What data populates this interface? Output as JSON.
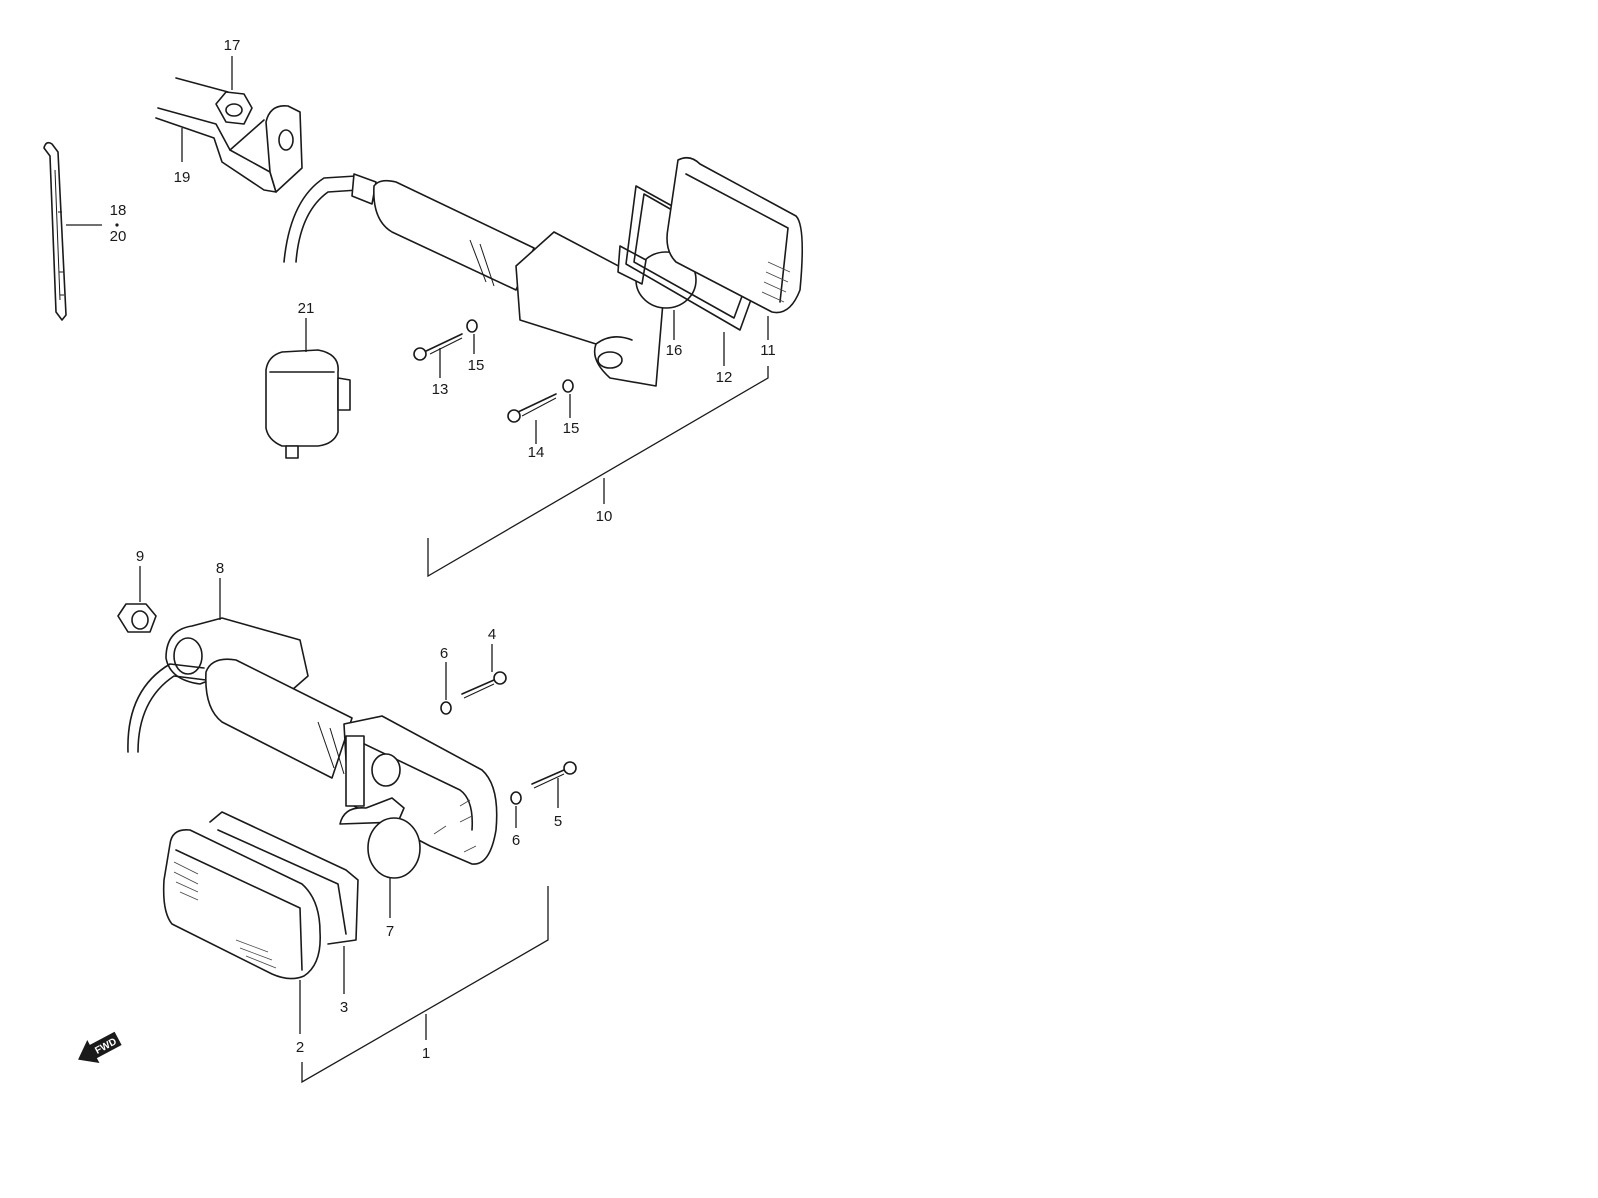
{
  "diagram": {
    "callouts": {
      "c1": "1",
      "c2": "2",
      "c3": "3",
      "c4": "4",
      "c5": "5",
      "c6a": "6",
      "c6b": "6",
      "c7": "7",
      "c8": "8",
      "c9": "9",
      "c10": "10",
      "c11": "11",
      "c12": "12",
      "c13": "13",
      "c14": "14",
      "c15a": "15",
      "c15b": "15",
      "c16": "16",
      "c17": "17",
      "c18": "18",
      "c20": "20",
      "c19": "19",
      "c21": "21"
    },
    "fwd_badge": "FWD"
  }
}
